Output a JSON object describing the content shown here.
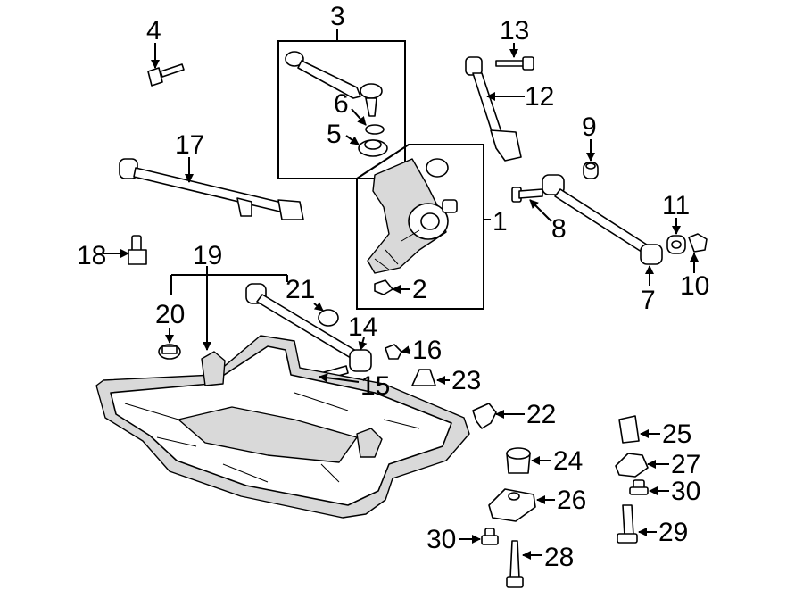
{
  "callouts": {
    "c1": "1",
    "c2": "2",
    "c3": "3",
    "c4": "4",
    "c5": "5",
    "c6": "6",
    "c7": "7",
    "c8": "8",
    "c9": "9",
    "c10": "10",
    "c11": "11",
    "c12": "12",
    "c13": "13",
    "c14": "14",
    "c15": "15",
    "c16": "16",
    "c17": "17",
    "c18": "18",
    "c19": "19",
    "c20": "20",
    "c21": "21",
    "c22": "22",
    "c23": "23",
    "c24": "24",
    "c25": "25",
    "c26": "26",
    "c27": "27",
    "c28": "28",
    "c29": "29",
    "c30a": "30",
    "c30b": "30"
  }
}
